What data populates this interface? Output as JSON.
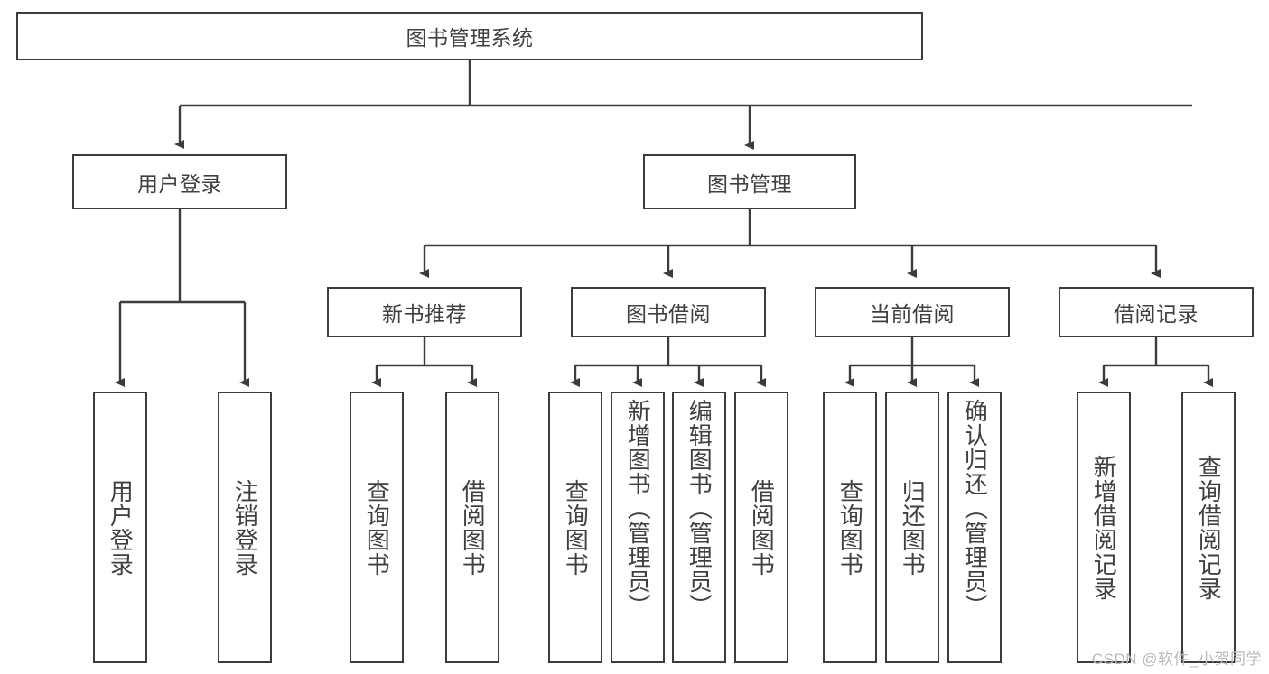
{
  "diagram": {
    "title": "图书管理系统",
    "type": "tree-hierarchy-chart",
    "watermark": "CSDN @软件_小贺同学",
    "colors": {
      "border": "#3c3c3c",
      "text": "#404040",
      "background": "#ffffff",
      "watermark": "#b9b9b9"
    },
    "root": {
      "label": "图书管理系统"
    },
    "level1": [
      {
        "label": "用户登录"
      },
      {
        "label": "图书管理"
      }
    ],
    "level2": [
      {
        "label": "新书推荐"
      },
      {
        "label": "图书借阅"
      },
      {
        "label": "当前借阅"
      },
      {
        "label": "借阅记录"
      }
    ],
    "leaves": {
      "user_login": [
        {
          "label": "用户登录"
        },
        {
          "label": "注销登录"
        }
      ],
      "new_book": [
        {
          "label": "查询图书"
        },
        {
          "label": "借阅图书"
        }
      ],
      "borrow_book": [
        {
          "label": "查询图书"
        },
        {
          "label": "新增图书（管理员）"
        },
        {
          "label": "编辑图书（管理员）"
        },
        {
          "label": "借阅图书"
        }
      ],
      "current_borrow": [
        {
          "label": "查询图书"
        },
        {
          "label": "归还图书"
        },
        {
          "label": "确认归还（管理员）"
        }
      ],
      "borrow_record": [
        {
          "label": "新增借阅记录"
        },
        {
          "label": "查询借阅记录"
        }
      ]
    }
  }
}
